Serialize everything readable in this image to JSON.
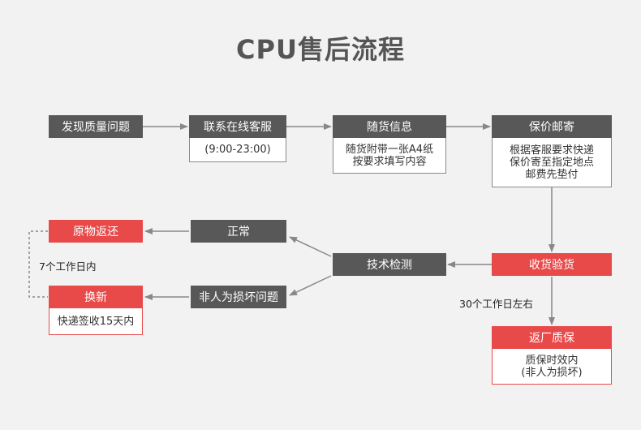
{
  "title": "CPU售后流程",
  "colors": {
    "dark": "#585858",
    "red": "#e84a4a",
    "arrow": "#888888"
  },
  "steps": {
    "report_issue": "发现质量问题",
    "contact_cs": "联系在线客服",
    "contact_hours": "(9:00-23:00)",
    "info_with_goods": "随货信息",
    "info_detail": "随货附带一张A4纸\n按要求填写内容",
    "insured_mail": "保价邮寄",
    "mail_detail": "根据客服要求快递\n保价寄至指定地点\n邮费先垫付",
    "receive_inspect": "收货验货",
    "tech_test": "技术检测",
    "normal": "正常",
    "return_original": "原物返还",
    "non_human_issue": "非人为损坏问题",
    "exchange": "换新",
    "exchange_detail": "快递签收15天内",
    "return_factory": "返厂质保",
    "factory_detail": "质保时效内\n(非人为损坏)"
  },
  "notes": {
    "seven_days": "7个工作日内",
    "thirty_days": "30个工作日左右"
  }
}
